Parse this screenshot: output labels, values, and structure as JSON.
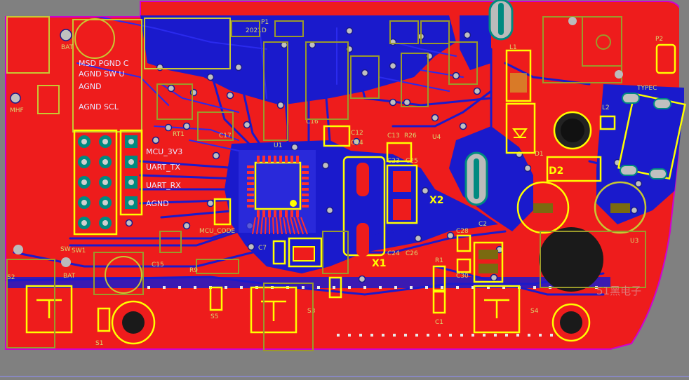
{
  "board": {
    "colors": {
      "background": "#808080",
      "board_outline": "#d000d0",
      "top_copper": "#ee1c1c",
      "bottom_copper": "#1a1acc",
      "silkscreen": "#c8c832",
      "highlight": "#ffff00",
      "pad": "#008a80"
    },
    "labels": {
      "x2": "X2",
      "x1": "X1",
      "watermark": "51黑电子",
      "rt1": "RT1",
      "c1": "C1",
      "c2": "C2",
      "c7": "C7",
      "c12": "C12",
      "c13": "C13",
      "c14": "C14",
      "c15": "C15",
      "c16": "C16",
      "c17": "C17",
      "c23": "C23",
      "c24": "C24",
      "c25": "C25",
      "c26": "C26",
      "c28": "C28",
      "c30": "C30",
      "d1": "D1",
      "d2": "D2",
      "s1": "S1",
      "s2": "S2",
      "s3": "S3",
      "s4": "S4",
      "s5": "S5",
      "u1": "U1",
      "u3": "U3",
      "l1": "L1",
      "l2": "L2",
      "r1": "R1",
      "r9": "R9",
      "mhf": "MHF",
      "sw": "SW",
      "bat": "BAT"
    },
    "header": {
      "rows": [
        {
          "label": "MCU_3V3"
        },
        {
          "label": "UART_TX"
        },
        {
          "label": "UART_RX"
        },
        {
          "label": "AGND"
        }
      ]
    },
    "silk_top": {
      "lines": [
        "MSD PGND C",
        "AGND SW U",
        "AGND",
        "AGND SCL"
      ]
    },
    "silk_misc": {
      "date": "2021D",
      "typec": "TYPEC",
      "p1": "P1",
      "p2": "P2",
      "sw1": "SW1",
      "u4": "U4",
      "r26": "R26",
      "mcu_code": "MCU_CODE"
    }
  }
}
